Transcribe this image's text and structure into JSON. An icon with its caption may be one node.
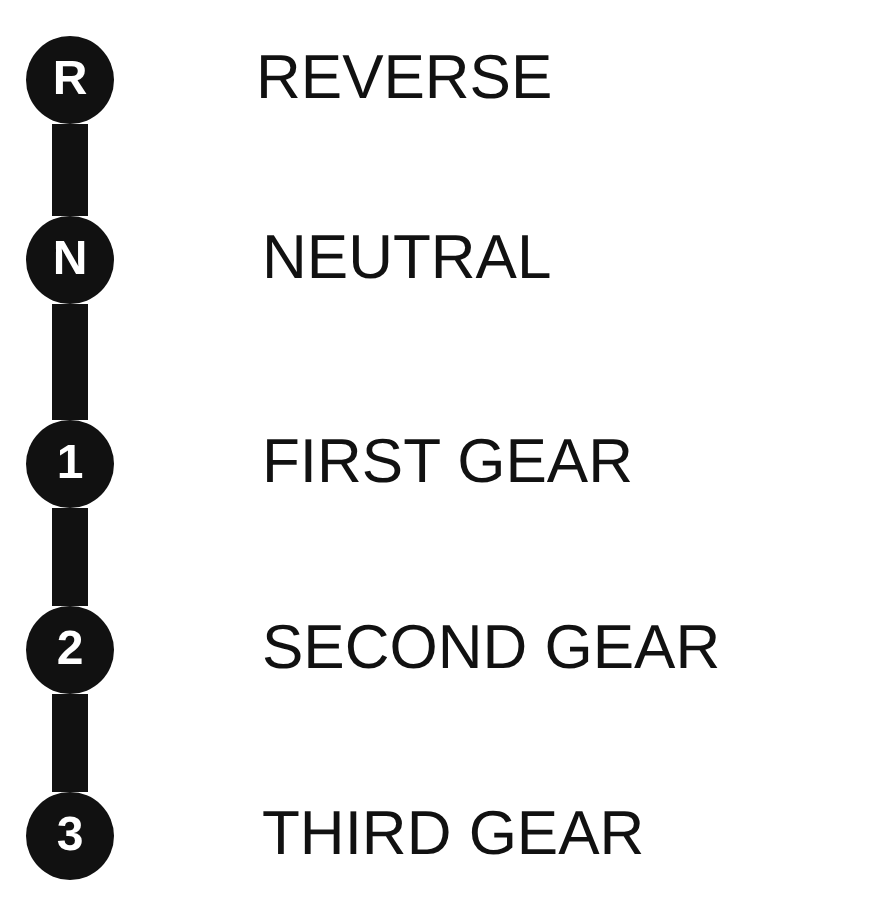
{
  "diagram": {
    "nodes": [
      {
        "text": [
          "R"
        ],
        "beside": [
          "REVERSE"
        ]
      },
      {
        "text": [
          "N"
        ],
        "beside": [
          "NEUTRAL"
        ]
      },
      {
        "text": [
          "1"
        ],
        "beside": [
          "FIRST GEAR"
        ]
      },
      {
        "text": [
          "2"
        ],
        "beside": [
          "SECOND GEAR"
        ]
      },
      {
        "text": [
          "3"
        ],
        "beside": [
          "THIRD GEAR"
        ]
      }
    ],
    "edges": [
      {
        "from": 0,
        "to": 1,
        "arrow": "none"
      },
      {
        "from": 1,
        "to": 2,
        "arrow": "none"
      },
      {
        "from": 2,
        "to": 3,
        "arrow": "none"
      },
      {
        "from": 3,
        "to": 4,
        "arrow": "none"
      }
    ]
  }
}
